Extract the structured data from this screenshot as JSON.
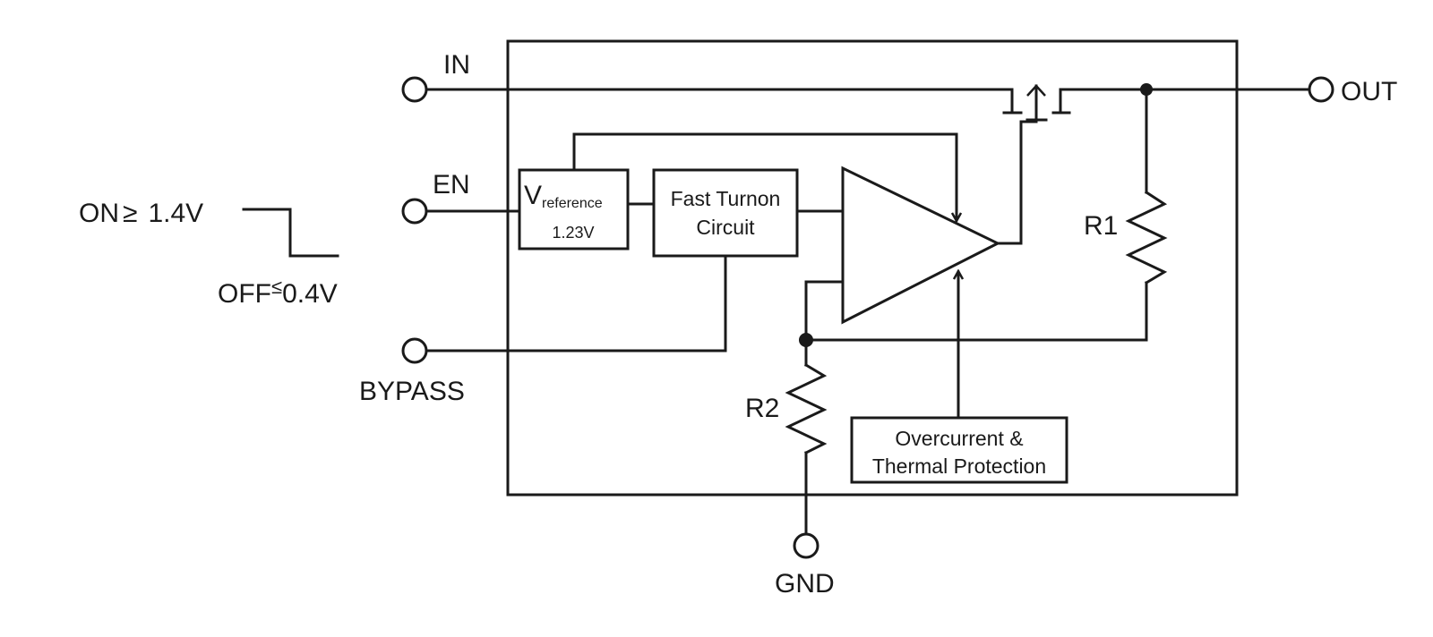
{
  "pins": {
    "in": "IN",
    "en": "EN",
    "bypass": "BYPASS",
    "out": "OUT",
    "gnd": "GND"
  },
  "enable_levels": {
    "on": "ON",
    "on_symbol": "≥",
    "on_value": "1.4V",
    "off": "OFF",
    "off_symbol": "≤",
    "off_value": "0.4V"
  },
  "blocks": {
    "vref_main": "V",
    "vref_sub": "reference",
    "vref_value": "1.23V",
    "fast_turnon_line1": "Fast Turnon",
    "fast_turnon_line2": "Circuit",
    "protection_line1": "Overcurrent &",
    "protection_line2": "Thermal Protection"
  },
  "resistors": {
    "r1": "R1",
    "r2": "R2"
  }
}
